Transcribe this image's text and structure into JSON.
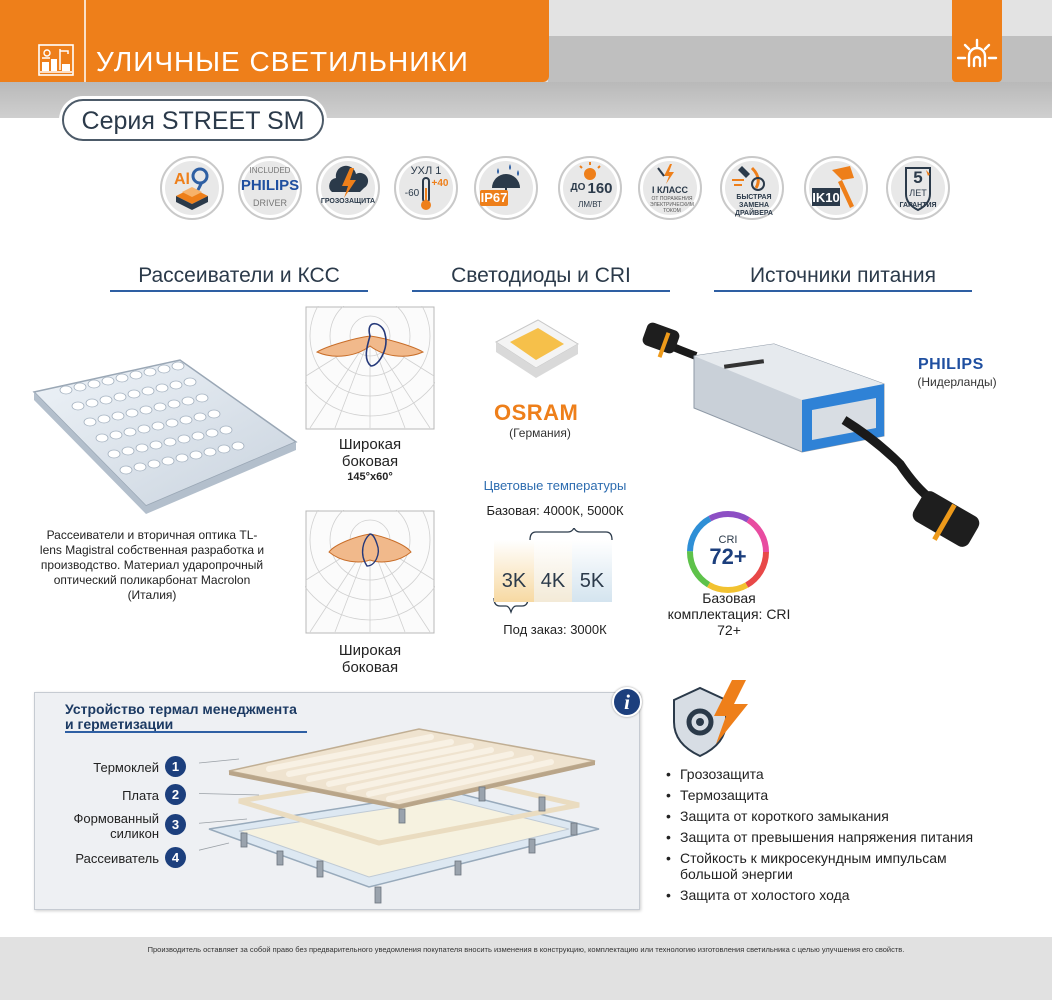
{
  "header": {
    "title": "УЛИЧНЫЕ СВЕТИЛЬНИКИ",
    "logo_icon": "street-scene-icon",
    "sun_icon": "sun-lamp-icon",
    "accent": "#ee7f1a",
    "navy": "#1c3f7d"
  },
  "series": {
    "label": "Серия STREET SM"
  },
  "features": [
    {
      "id": "aluminium",
      "text": "Al",
      "icon": "aluminium-housing-icon"
    },
    {
      "id": "philips",
      "top": "INCLUDED",
      "text": "PHILIPS",
      "bottom": "DRIVER",
      "icon": "philips-driver-icon"
    },
    {
      "id": "surge",
      "text": "ГРОЗОЗАЩИТА",
      "icon": "storm-cloud-icon"
    },
    {
      "id": "climate",
      "top": "УХЛ 1",
      "left": "-60",
      "right": "+40",
      "icon": "thermometer-icon"
    },
    {
      "id": "ip",
      "text": "IP67",
      "icon": "rain-umbrella-icon"
    },
    {
      "id": "efficacy",
      "top": "ДО",
      "text": "160",
      "bottom": "ЛМ/ВТ",
      "icon": "bulb-icon"
    },
    {
      "id": "class",
      "text": "I КЛАСС",
      "bottom": "ОТ ПОРАЖЕНИЯ ЭЛЕКТРИЧЕСКИМ ТОКОМ",
      "icon": "electric-shock-icon"
    },
    {
      "id": "driver",
      "text": "БЫСТРАЯ ЗАМЕНА ДРАЙВЕРА",
      "icon": "quick-replace-icon"
    },
    {
      "id": "ik",
      "text": "IK10",
      "icon": "hammer-icon"
    },
    {
      "id": "warranty",
      "top": "5",
      "text": "ЛЕТ",
      "bottom": "ГАРАНТИЯ",
      "icon": "warranty-shield-icon"
    }
  ],
  "sections": {
    "diffusers": "Рассеиватели и КСС",
    "leds": "Светодиоды и CRI",
    "power": "Источники питания"
  },
  "diffusers": {
    "caption": "Рассеиватели и вторичная оптика TL-lens Magistral собственная разработка и производство. Материал ударопрочный оптический поликарбонат Macrolon (Италия)",
    "curve1_label": "Широкая боковая",
    "curve1_sub": "145°x60°",
    "curve2_label": "Широкая боковая"
  },
  "leds": {
    "brand": "OSRAM",
    "brand_origin": "(Германия)",
    "color_temp_title": "Цветовые температуры",
    "color_temp_base": "Базовая: 4000К, 5000К",
    "temps": [
      "3K",
      "4K",
      "5K"
    ],
    "color_temp_order": "Под заказ: 3000К"
  },
  "power": {
    "brand": "PHILIPS",
    "origin": "(Нидерланды)",
    "cri_label": "CRI",
    "cri_value": "72+",
    "base_text": "Базовая комплектация: CRI 72+"
  },
  "thermal": {
    "title": "Устройство термал менеджмента и герметизации",
    "info_icon": "i",
    "parts": [
      {
        "num": "1",
        "label": "Термоклей"
      },
      {
        "num": "2",
        "label": "Плата"
      },
      {
        "num": "3",
        "label": "Формованный силикон"
      },
      {
        "num": "4",
        "label": "Рассеиватель"
      }
    ]
  },
  "protection": {
    "icon": "gear-lightning-shield-icon",
    "items": [
      "Грозозащита",
      "Термозащита",
      "Защита от короткого замыкания",
      "Защита от превышения напряжения питания",
      "Стойкость к микросекундным импульсам большой энергии",
      "Защита от холостого хода"
    ]
  },
  "footer": {
    "disclaimer": "Производитель оставляет за собой право без предварительного уведомления покупателя вносить изменения в конструкцию, комплектацию или технологию изготовления светильника с целью улучшения его свойств."
  }
}
